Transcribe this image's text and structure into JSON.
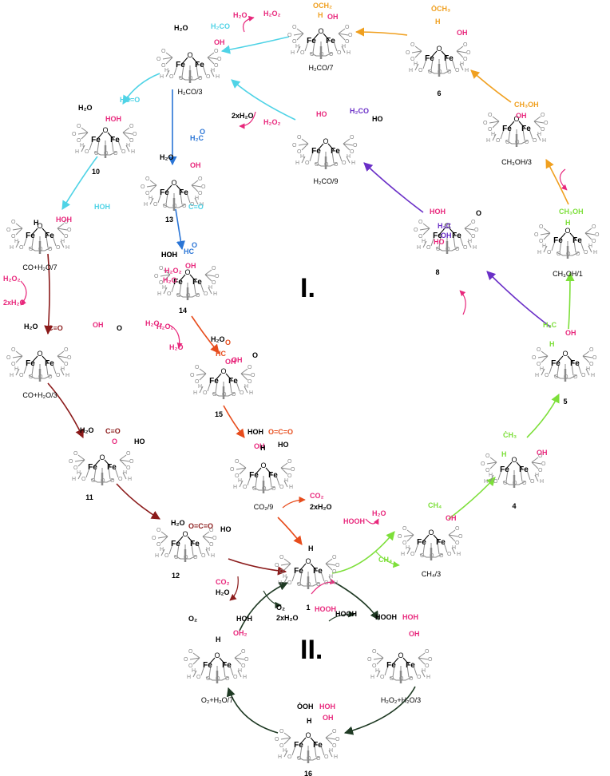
{
  "cycle_labels": [
    "I.",
    "II."
  ],
  "colors": {
    "grey": "#8a8a8a",
    "magenta": "#e8287c",
    "cyan": "#4fd3e6",
    "blue": "#2a75d6",
    "darkred": "#8b1a1a",
    "orange": "#e74c1c",
    "green": "#7ddf3a",
    "purple": "#6a2fc7",
    "amber": "#f0a020",
    "darkgreen": "#1f3a24"
  },
  "structures": [
    {
      "id": "s_h2co7",
      "label": "H₂CO/7"
    },
    {
      "id": "s_h2co3",
      "label": "H₂CO/3"
    },
    {
      "id": "s_6",
      "label": "6"
    },
    {
      "id": "s_10",
      "label": "10"
    },
    {
      "id": "s_13",
      "label": "13"
    },
    {
      "id": "s_h2co9",
      "label": "H₂CO/9"
    },
    {
      "id": "s_ch3oh3",
      "label": "CH₃OH/3"
    },
    {
      "id": "s_coh2o7",
      "label": "CO+H₂O/7"
    },
    {
      "id": "s_14",
      "label": "14"
    },
    {
      "id": "s_8",
      "label": "8"
    },
    {
      "id": "s_ch3oh1",
      "label": "CH₃OH/1"
    },
    {
      "id": "s_coh2o3",
      "label": "CO+H₂O/3"
    },
    {
      "id": "s_15",
      "label": "15"
    },
    {
      "id": "s_5",
      "label": "5"
    },
    {
      "id": "s_11",
      "label": "11"
    },
    {
      "id": "s_co29",
      "label": "CO₂/9"
    },
    {
      "id": "s_4",
      "label": "4"
    },
    {
      "id": "s_12",
      "label": "12"
    },
    {
      "id": "s_ch43",
      "label": "CH₄/3"
    },
    {
      "id": "s_1",
      "label": "1"
    },
    {
      "id": "s_o2h2o7",
      "label": "O₂+H₂O/7"
    },
    {
      "id": "s_h2o2h2o3",
      "label": "H₂O₂+H₂O/3"
    },
    {
      "id": "s_16",
      "label": "16"
    }
  ],
  "species": [
    {
      "text": "H₂O",
      "color": "black"
    },
    {
      "text": "H₂CO",
      "color": "cyan"
    },
    {
      "text": "H₂O",
      "color": "magenta"
    },
    {
      "text": "H₂O₂",
      "color": "magenta"
    },
    {
      "text": "OCH₂",
      "color": "amber"
    },
    {
      "text": "H",
      "color": "amber"
    },
    {
      "text": "OH",
      "color": "magenta"
    },
    {
      "text": "ȮCH₃",
      "color": "amber"
    },
    {
      "text": "H",
      "color": "amber"
    },
    {
      "text": "OH",
      "color": "magenta"
    },
    {
      "text": "OH",
      "color": "magenta"
    },
    {
      "text": "H₂O",
      "color": "black"
    },
    {
      "text": "HĊ=O",
      "color": "cyan"
    },
    {
      "text": "HOH",
      "color": "cyan"
    },
    {
      "text": "HOH",
      "color": "magenta"
    },
    {
      "text": "H₂CO",
      "color": "purple"
    },
    {
      "text": "HO",
      "color": "magenta"
    },
    {
      "text": "HO",
      "color": "black"
    },
    {
      "text": "2xH₂O",
      "color": "black"
    },
    {
      "text": "H₂O₂",
      "color": "magenta"
    },
    {
      "text": "CH₃OH",
      "color": "amber"
    },
    {
      "text": "OH",
      "color": "magenta"
    },
    {
      "text": "H₂O",
      "color": "black"
    },
    {
      "text": "H₂C",
      "color": "blue"
    },
    {
      "text": "O",
      "color": "blue"
    },
    {
      "text": "OH",
      "color": "magenta"
    },
    {
      "text": "H₂O",
      "color": "magenta"
    },
    {
      "text": "H₂O₂",
      "color": "magenta"
    },
    {
      "text": "HOH",
      "color": "black"
    },
    {
      "text": "C≡O",
      "color": "cyan"
    },
    {
      "text": "H",
      "color": "black"
    },
    {
      "text": "HOH",
      "color": "magenta"
    },
    {
      "text": "HOH",
      "color": "magenta"
    },
    {
      "text": "H₃C",
      "color": "purple"
    },
    {
      "text": "OH",
      "color": "purple"
    },
    {
      "text": "HO",
      "color": "magenta"
    },
    {
      "text": "O",
      "color": "black"
    },
    {
      "text": "CH₃OH",
      "color": "green"
    },
    {
      "text": "H",
      "color": "green"
    },
    {
      "text": "HOH",
      "color": "black"
    },
    {
      "text": "HC",
      "color": "blue"
    },
    {
      "text": "O",
      "color": "blue"
    },
    {
      "text": "OH",
      "color": "magenta"
    },
    {
      "text": "H₂O₂",
      "color": "magenta"
    },
    {
      "text": "2xH₂O",
      "color": "magenta"
    },
    {
      "text": "H₂O₂",
      "color": "magenta"
    },
    {
      "text": "H₂O",
      "color": "black"
    },
    {
      "text": "C≡O",
      "color": "darkred"
    },
    {
      "text": "OH",
      "color": "magenta"
    },
    {
      "text": "O",
      "color": "black"
    },
    {
      "text": "H₂O₂",
      "color": "magenta"
    },
    {
      "text": "H₂O",
      "color": "magenta"
    },
    {
      "text": "H₂O",
      "color": "black"
    },
    {
      "text": "HC",
      "color": "orange"
    },
    {
      "text": "O",
      "color": "orange"
    },
    {
      "text": "OH",
      "color": "magenta"
    },
    {
      "text": "OH",
      "color": "magenta"
    },
    {
      "text": "O",
      "color": "black"
    },
    {
      "text": "H₃C",
      "color": "green"
    },
    {
      "text": "OH",
      "color": "magenta"
    },
    {
      "text": "H",
      "color": "green"
    },
    {
      "text": "H₂O",
      "color": "black"
    },
    {
      "text": "C≡O",
      "color": "darkred"
    },
    {
      "text": "O",
      "color": "magenta"
    },
    {
      "text": "HO",
      "color": "black"
    },
    {
      "text": "HOH",
      "color": "black"
    },
    {
      "text": "O=C=O",
      "color": "orange"
    },
    {
      "text": "OH",
      "color": "magenta"
    },
    {
      "text": "H",
      "color": "black"
    },
    {
      "text": "HO",
      "color": "black"
    },
    {
      "text": "ĊH₃",
      "color": "green"
    },
    {
      "text": "H",
      "color": "green"
    },
    {
      "text": "OH",
      "color": "magenta"
    },
    {
      "text": "CO₂",
      "color": "magenta"
    },
    {
      "text": "2xH₂O",
      "color": "black"
    },
    {
      "text": "H₂O",
      "color": "black"
    },
    {
      "text": "O=C=O",
      "color": "darkred"
    },
    {
      "text": "HO",
      "color": "black"
    },
    {
      "text": "CH₄",
      "color": "green"
    },
    {
      "text": "OH",
      "color": "magenta"
    },
    {
      "text": "H₂O",
      "color": "magenta"
    },
    {
      "text": "HOOH",
      "color": "magenta"
    },
    {
      "text": "H",
      "color": "black"
    },
    {
      "text": "CH₄",
      "color": "green"
    },
    {
      "text": "CO₂",
      "color": "magenta"
    },
    {
      "text": "H₂O",
      "color": "black"
    },
    {
      "text": "O₂",
      "color": "black"
    },
    {
      "text": "2xH₂O",
      "color": "black"
    },
    {
      "text": "HOOH",
      "color": "magenta"
    },
    {
      "text": "HOOH",
      "color": "black"
    },
    {
      "text": "O₂",
      "color": "black"
    },
    {
      "text": "HOH",
      "color": "black"
    },
    {
      "text": "HOOH",
      "color": "black"
    },
    {
      "text": "HOH",
      "color": "magenta"
    },
    {
      "text": "OH₂",
      "color": "magenta"
    },
    {
      "text": "H",
      "color": "black"
    },
    {
      "text": "OH",
      "color": "magenta"
    },
    {
      "text": "ȮOH",
      "color": "black"
    },
    {
      "text": "HOH",
      "color": "magenta"
    },
    {
      "text": "H",
      "color": "black"
    },
    {
      "text": "OH",
      "color": "magenta"
    }
  ]
}
